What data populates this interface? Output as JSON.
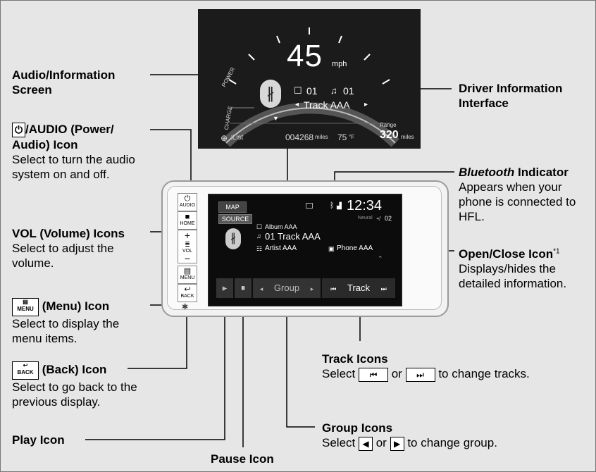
{
  "labels": {
    "audio_info_screen": "Audio/Information Screen",
    "driver_info_interface": "Driver Information Interface",
    "power_audio_name": "/AUDIO (Power/ Audio) Icon",
    "power_audio_desc": "Select to turn the audio system on and off.",
    "vol_name": "VOL (Volume) Icons",
    "vol_desc": "Select to adjust the volume.",
    "menu_name": "(Menu) Icon",
    "menu_desc": "Select to display the menu items.",
    "back_name": "(Back) Icon",
    "back_desc": "Select to go back to the previous display.",
    "play_icon": "Play Icon",
    "pause_icon": "Pause Icon",
    "bt_indicator_italic": "Bluetooth",
    "bt_indicator_rest": " Indicator",
    "bt_desc": "Appears when your phone is connected to HFL.",
    "open_close_name": "Open/Close Icon",
    "open_close_sup": "*1",
    "open_close_desc": "Displays/hides the detailed information.",
    "track_icons": "Track Icons",
    "track_desc_pre": "Select",
    "track_desc_or": "or",
    "track_desc_post": "to change tracks.",
    "group_icons": "Group Icons",
    "group_desc_pre": "Select",
    "group_desc_or": "or",
    "group_desc_post": "to change group."
  },
  "cluster": {
    "speed": "45",
    "speed_unit": "mph",
    "disc": "01",
    "track_no": "01",
    "track": "Track AAA",
    "list": ":List",
    "odometer": "004268",
    "odometer_unit": "miles",
    "temp": "75",
    "temp_unit": "°F",
    "range_label": "Range",
    "range": "320",
    "range_unit": "miles",
    "gauge_power": "POWER",
    "gauge_charge": "CHARGE"
  },
  "screen": {
    "map": "MAP",
    "time": "12:34",
    "source": "SOURCE",
    "album": "Album AAA",
    "track": "01 Track AAA",
    "artist": "Artist AAA",
    "phone": "Phone AAA",
    "ch": "02",
    "neural": "Neural",
    "group": "Group",
    "track_btn": "Track"
  },
  "side_buttons": {
    "audio": "AUDIO",
    "home": "HOME",
    "vol": "VOL",
    "menu": "MENU",
    "back": "BACK"
  },
  "icon_text": {
    "menu_icon_caption": "MENU",
    "back_icon_caption": "BACK"
  },
  "colors": {
    "background": "#e6e6e6",
    "screen": "#0c0c0c",
    "line": "#000000"
  }
}
